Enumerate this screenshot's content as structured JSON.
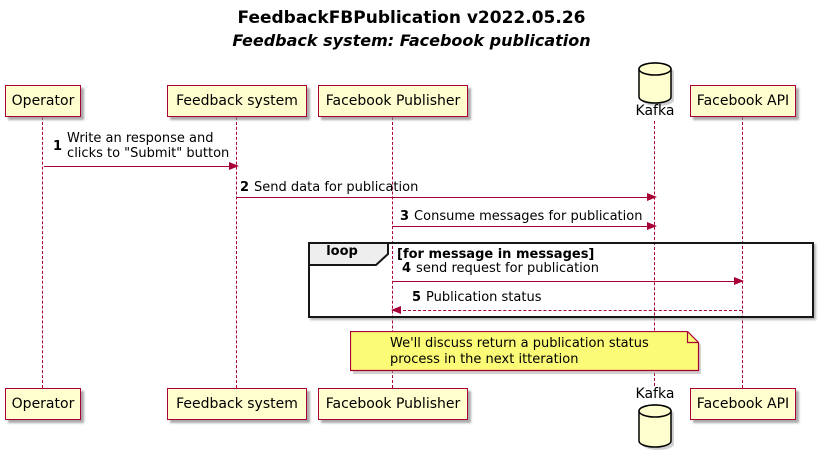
{
  "diagram": {
    "title": "FeedbackFBPublication v2022.05.26",
    "subtitle": "Feedback system: Facebook publication"
  },
  "participants": {
    "operator": "Operator",
    "feedback_system": "Feedback system",
    "facebook_publisher": "Facebook Publisher",
    "kafka": "Kafka",
    "facebook_api": "Facebook API"
  },
  "messages": {
    "m1": {
      "num": "1",
      "line1": "Write an response and",
      "line2": "clicks to \"Submit\" button"
    },
    "m2": {
      "num": "2",
      "text": "Send data for publication"
    },
    "m3": {
      "num": "3",
      "text": "Consume messages for publication"
    },
    "m4": {
      "num": "4",
      "text": "send request for publication"
    },
    "m5": {
      "num": "5",
      "text": "Publication status"
    }
  },
  "loop": {
    "label": "loop",
    "guard": "[for message in messages]"
  },
  "note": {
    "line1": "We'll discuss return a publication status",
    "line2": "process in the next itteration"
  },
  "colors": {
    "participant_fill": "#FEFECE",
    "accent_border": "#A80036",
    "arrow": "#A80036",
    "note_fill": "#FBFB77",
    "frame_border": "#161616",
    "loop_tab_fill": "#EEEEEE",
    "background": "#FFFFFF"
  }
}
